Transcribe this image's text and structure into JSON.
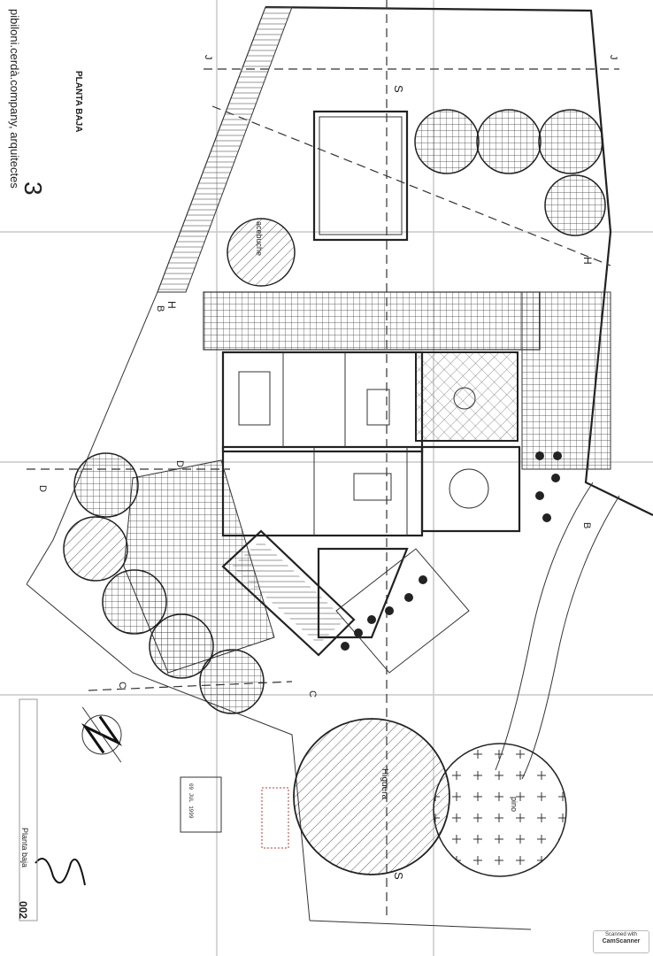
{
  "firm": {
    "name": "pibiloni.cerdà.company, arquitectes",
    "logo_mark": "3"
  },
  "drawing": {
    "title": "PLANTA BAJA",
    "sheet_title": "Planta baja",
    "sheet_number": "002",
    "stamp_date": "09 JUL 1999"
  },
  "section_marks": [
    "S",
    "S",
    "H",
    "H",
    "B",
    "B",
    "C",
    "C",
    "D",
    "D",
    "J",
    "J"
  ],
  "plan_labels": {
    "tree_left": "acebuche",
    "tree_fig": "Higuera",
    "tree_pine": "pino"
  },
  "scanner": {
    "line1": "Scanned with",
    "line2": "CamScanner"
  },
  "icons": {
    "north_arrow": "north-arrow-icon",
    "scanner_logo": "camscanner-icon"
  },
  "colors": {
    "ink": "#222222",
    "stamp": "#cc3333",
    "fold": "#c9c9c9"
  }
}
